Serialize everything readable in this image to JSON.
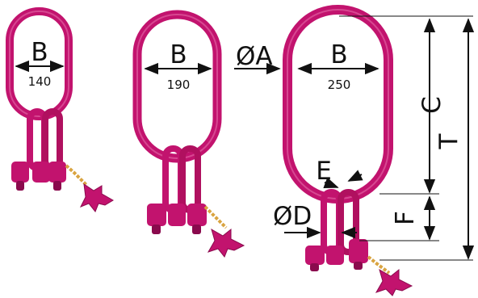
{
  "figure": {
    "assemblies": [
      {
        "width_label": "B",
        "width_value": "140"
      },
      {
        "width_label": "B",
        "width_value": "190"
      },
      {
        "width_label": "B",
        "width_value": "250"
      }
    ],
    "dimensions": {
      "wire_diameter": "ØA",
      "height_inner": "C",
      "overall_length": "T",
      "sub_link_thickness": "E",
      "sub_link_diameter": "ØD",
      "sub_link_length": "F"
    },
    "colors": {
      "chain": "#c2136e",
      "chain_dark": "#8a0a4d",
      "chain_light": "#e56aa8",
      "hardware": "#d9a441",
      "dimension_line": "#111111"
    }
  }
}
